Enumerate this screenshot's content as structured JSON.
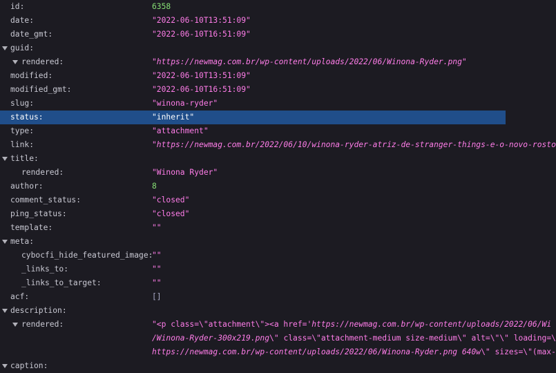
{
  "rows": {
    "id": {
      "key": "id:",
      "value": "6358"
    },
    "date": {
      "key": "date:",
      "value": "\"2022-06-10T13:51:09\""
    },
    "date_gmt": {
      "key": "date_gmt:",
      "value": "\"2022-06-10T16:51:09\""
    },
    "guid": {
      "key": "guid:"
    },
    "guid_rendered": {
      "key": "rendered:",
      "value": "\"https://newmag.com.br/wp-content/uploads/2022/06/Winona-Ryder.png\""
    },
    "modified": {
      "key": "modified:",
      "value": "\"2022-06-10T13:51:09\""
    },
    "modified_gmt": {
      "key": "modified_gmt:",
      "value": "\"2022-06-10T16:51:09\""
    },
    "slug": {
      "key": "slug:",
      "value": "\"winona-ryder\""
    },
    "status": {
      "key": "status:",
      "value": "\"inherit\""
    },
    "type": {
      "key": "type:",
      "value": "\"attachment\""
    },
    "link": {
      "key": "link:",
      "value": "\"https://newmag.com.br/2022/06/10/winona-ryder-atriz-de-stranger-things-e-o-novo-rosto"
    },
    "title": {
      "key": "title:"
    },
    "title_rendered": {
      "key": "rendered:",
      "value": "\"Winona Ryder\""
    },
    "author": {
      "key": "author:",
      "value": "8"
    },
    "comment_status": {
      "key": "comment_status:",
      "value": "\"closed\""
    },
    "ping_status": {
      "key": "ping_status:",
      "value": "\"closed\""
    },
    "template": {
      "key": "template:",
      "value": "\"\""
    },
    "meta": {
      "key": "meta:"
    },
    "meta_hide": {
      "key": "cybocfi_hide_featured_image:",
      "value": "\"\""
    },
    "meta_links_to": {
      "key": "_links_to:",
      "value": "\"\""
    },
    "meta_links_target": {
      "key": "_links_to_target:",
      "value": "\"\""
    },
    "acf": {
      "key": "acf:",
      "value": "[]"
    },
    "description": {
      "key": "description:"
    },
    "description_rendered": {
      "key": "rendered:",
      "line1_a": "\"<p class=\\\"attachment\\\"><a href='",
      "line1_b": "https://newmag.com.br/wp-content/uploads/2022/06/Wi",
      "line2_a": "/Winona-Ryder-300x219.png",
      "line2_b": "\\\" class=\\\"attachment-medium size-medium\\\" alt=\\\"\\\" loading=\\",
      "line3_a": "https://newmag.com.br/wp-content/uploads/2022/06/Winona-Ryder.png 640w",
      "line3_b": "\\\" sizes=\\\"(max-"
    },
    "caption": {
      "key": "caption:"
    }
  }
}
